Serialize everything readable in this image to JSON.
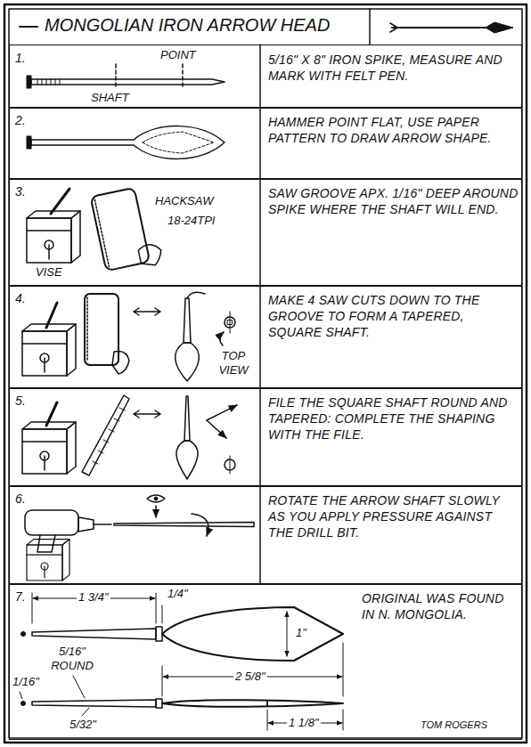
{
  "diagram": {
    "title": "MONGOLIAN IRON ARROW HEAD",
    "nodes": [
      {
        "text": [
          "1.",
          "5/16\" X 8\" IRON SPIKE, MEASURE AND MARK WITH FELT PEN."
        ]
      },
      {
        "text": [
          "2.",
          "HAMMER POINT FLAT, USE PAPER PATTERN TO DRAW ARROW SHAPE."
        ]
      },
      {
        "text": [
          "3.",
          "SAW GROOVE APX. 1/16\" DEEP AROUND SPIKE WHERE THE SHAFT WILL END."
        ]
      },
      {
        "text": [
          "4.",
          "MAKE 4 SAW CUTS DOWN TO THE GROOVE TO FORM A TAPERED, SQUARE SHAFT."
        ]
      },
      {
        "text": [
          "5.",
          "FILE THE SQUARE SHAFT ROUND AND TAPERED: COMPLETE THE SHAPING WITH THE FILE."
        ]
      },
      {
        "text": [
          "6.",
          "ROTATE THE ARROW SHAFT SLOWLY AS YOU APPLY PRESSURE AGAINST THE DRILL BIT."
        ]
      },
      {
        "text": [
          "7.",
          "ORIGINAL WAS FOUND IN N. MONGOLIA."
        ]
      }
    ],
    "labels": [
      "POINT",
      "SHAFT",
      "HACKSAW",
      "18-24TPI",
      "VISE",
      "TOP VIEW",
      "1 3/4\"",
      "1/4\"",
      "1\"",
      "5/16\" ROUND",
      "2 5/8\"",
      "1/16\"",
      "5/32\"",
      "1 1/8\"",
      "TOM ROGERS"
    ]
  }
}
